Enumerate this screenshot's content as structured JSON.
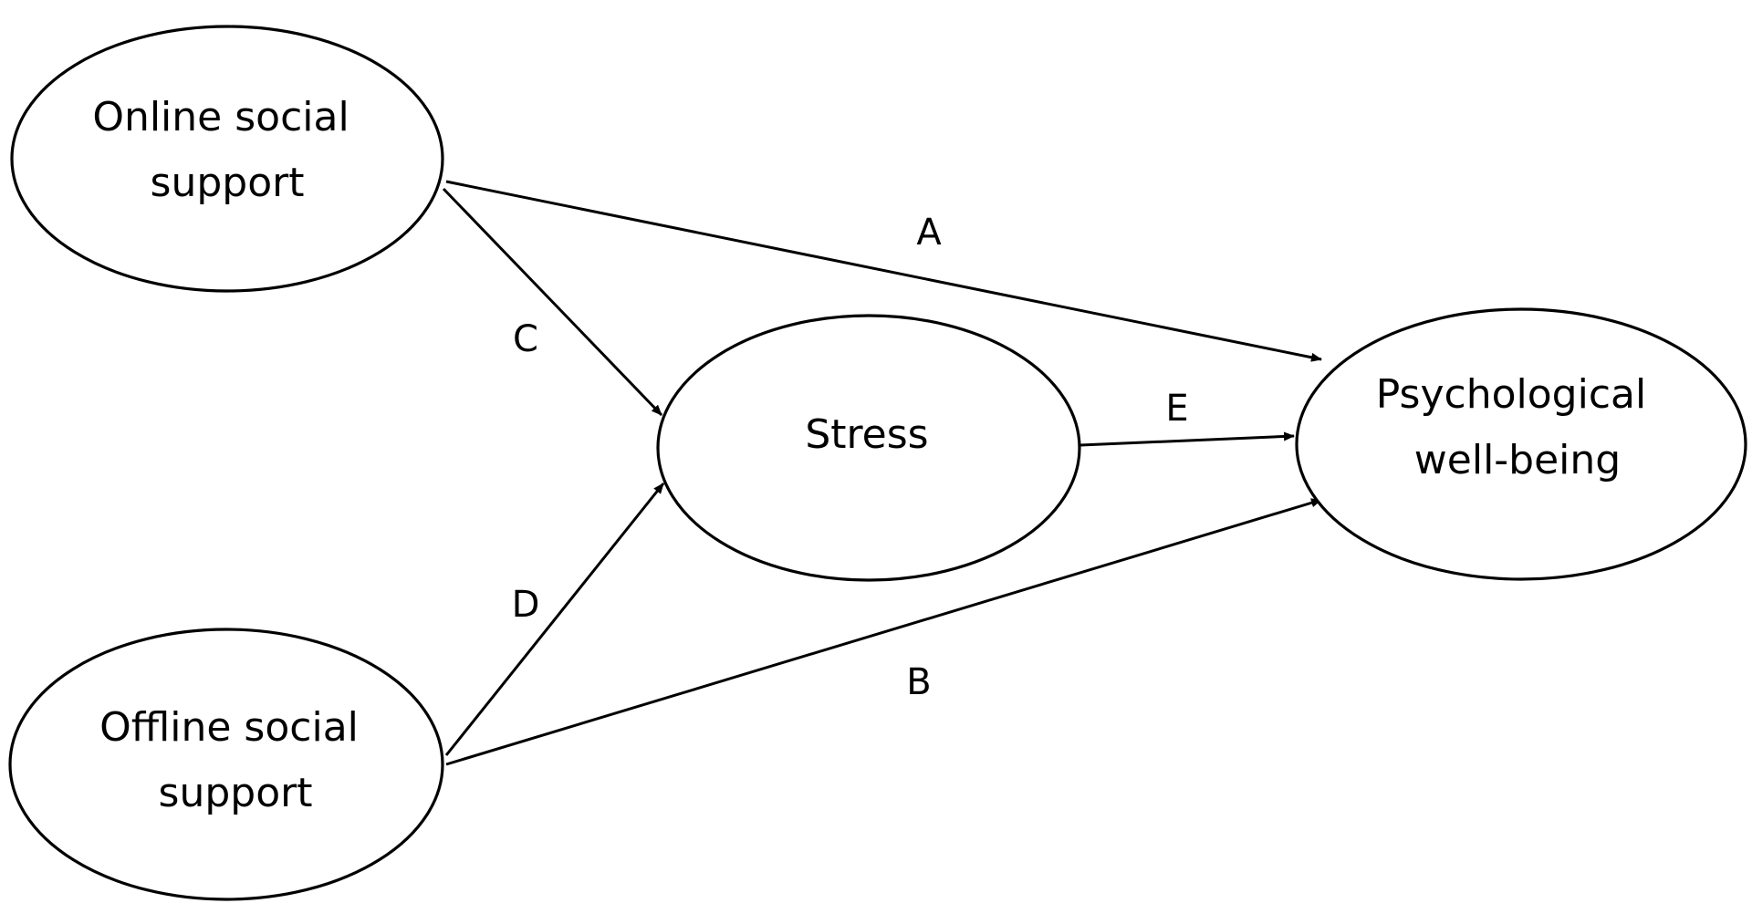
{
  "diagram": {
    "nodes": {
      "online": {
        "line1": "Online social",
        "line2": "support"
      },
      "offline": {
        "line1": "Offline social",
        "line2": "support"
      },
      "stress": {
        "line1": "Stress"
      },
      "wellbeing": {
        "line1": "Psychological",
        "line2": "well-being"
      }
    },
    "edges": {
      "a": {
        "label": "A",
        "from": "Online social support",
        "to": "Psychological well-being"
      },
      "b": {
        "label": "B",
        "from": "Offline social support",
        "to": "Psychological well-being"
      },
      "c": {
        "label": "C",
        "from": "Online social support",
        "to": "Stress"
      },
      "d": {
        "label": "D",
        "from": "Offline social support",
        "to": "Stress"
      },
      "e": {
        "label": "E",
        "from": "Stress",
        "to": "Psychological well-being"
      }
    },
    "colors": {
      "stroke": "#000000",
      "background": "#ffffff"
    }
  }
}
